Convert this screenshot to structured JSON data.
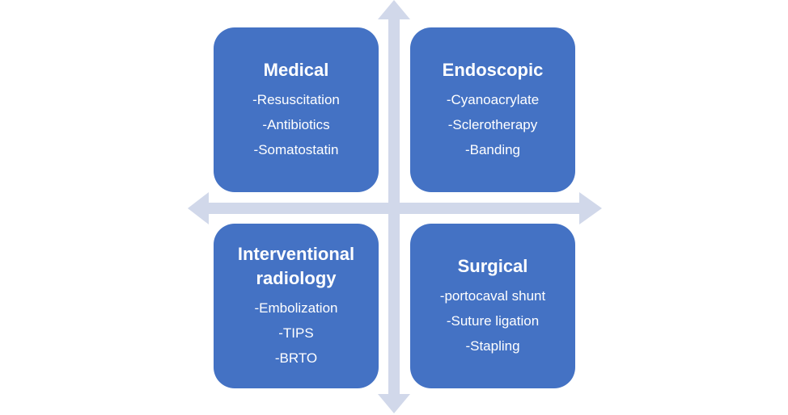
{
  "colors": {
    "box_fill": "#4472c4",
    "box_text": "#ffffff",
    "axis": "#d1d8ea"
  },
  "quadrants": [
    {
      "title": "Medical",
      "items": [
        "-Resuscitation",
        "-Antibiotics",
        "-Somatostatin"
      ]
    },
    {
      "title": "Endoscopic",
      "items": [
        "-Cyanoacrylate",
        "-Sclerotherapy",
        "-Banding"
      ]
    },
    {
      "title": "Interventional radiology",
      "items": [
        "-Embolization",
        "-TIPS",
        "-BRTO"
      ]
    },
    {
      "title": "Surgical",
      "items": [
        "-portocaval shunt",
        "-Suture ligation",
        "-Stapling"
      ]
    }
  ]
}
